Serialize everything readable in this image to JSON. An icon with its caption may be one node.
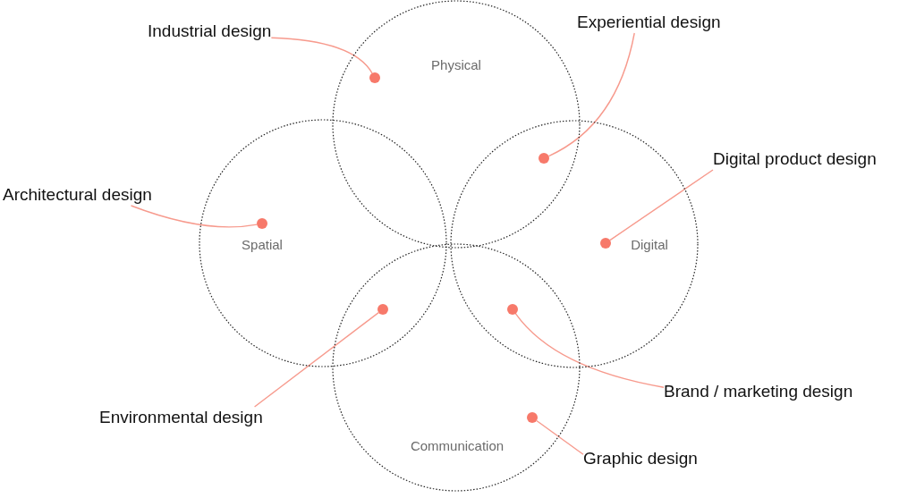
{
  "diagram": {
    "nodes": [
      {
        "text": [
          "Physical"
        ]
      },
      {
        "text": [],
        "shape": "circle",
        "in": 0
      },
      {
        "text": [
          "Spatial"
        ]
      },
      {
        "text": [],
        "shape": "circle",
        "in": 2
      },
      {
        "text": [
          "Digital"
        ]
      },
      {
        "text": [],
        "shape": "circle",
        "in": 4
      },
      {
        "text": [
          "Communication"
        ]
      },
      {
        "text": [],
        "shape": "circle",
        "in": 6
      },
      {
        "text": [],
        "shape": "circle"
      },
      {
        "text": [],
        "shape": "circle"
      },
      {
        "text": [],
        "shape": "circle"
      },
      {
        "text": [
          "Industrial design"
        ]
      },
      {
        "text": [
          "Experiential design"
        ]
      },
      {
        "text": [
          "Digital product design"
        ]
      },
      {
        "text": [
          "Architectural design"
        ]
      },
      {
        "text": [
          "Environmental design"
        ]
      },
      {
        "text": [
          "Brand / marketing design"
        ]
      },
      {
        "text": [
          "Graphic design"
        ]
      }
    ],
    "edges": [
      {
        "from": 11,
        "to": 1,
        "arrow": "none"
      },
      {
        "from": 12,
        "to": 8,
        "arrow": "none"
      },
      {
        "from": 13,
        "to": 5,
        "arrow": "none"
      },
      {
        "from": 14,
        "to": 3,
        "arrow": "none"
      },
      {
        "from": 15,
        "to": 9,
        "arrow": "none"
      },
      {
        "from": 16,
        "to": 10,
        "arrow": "none"
      },
      {
        "from": 17,
        "to": 7,
        "arrow": "none"
      }
    ]
  }
}
